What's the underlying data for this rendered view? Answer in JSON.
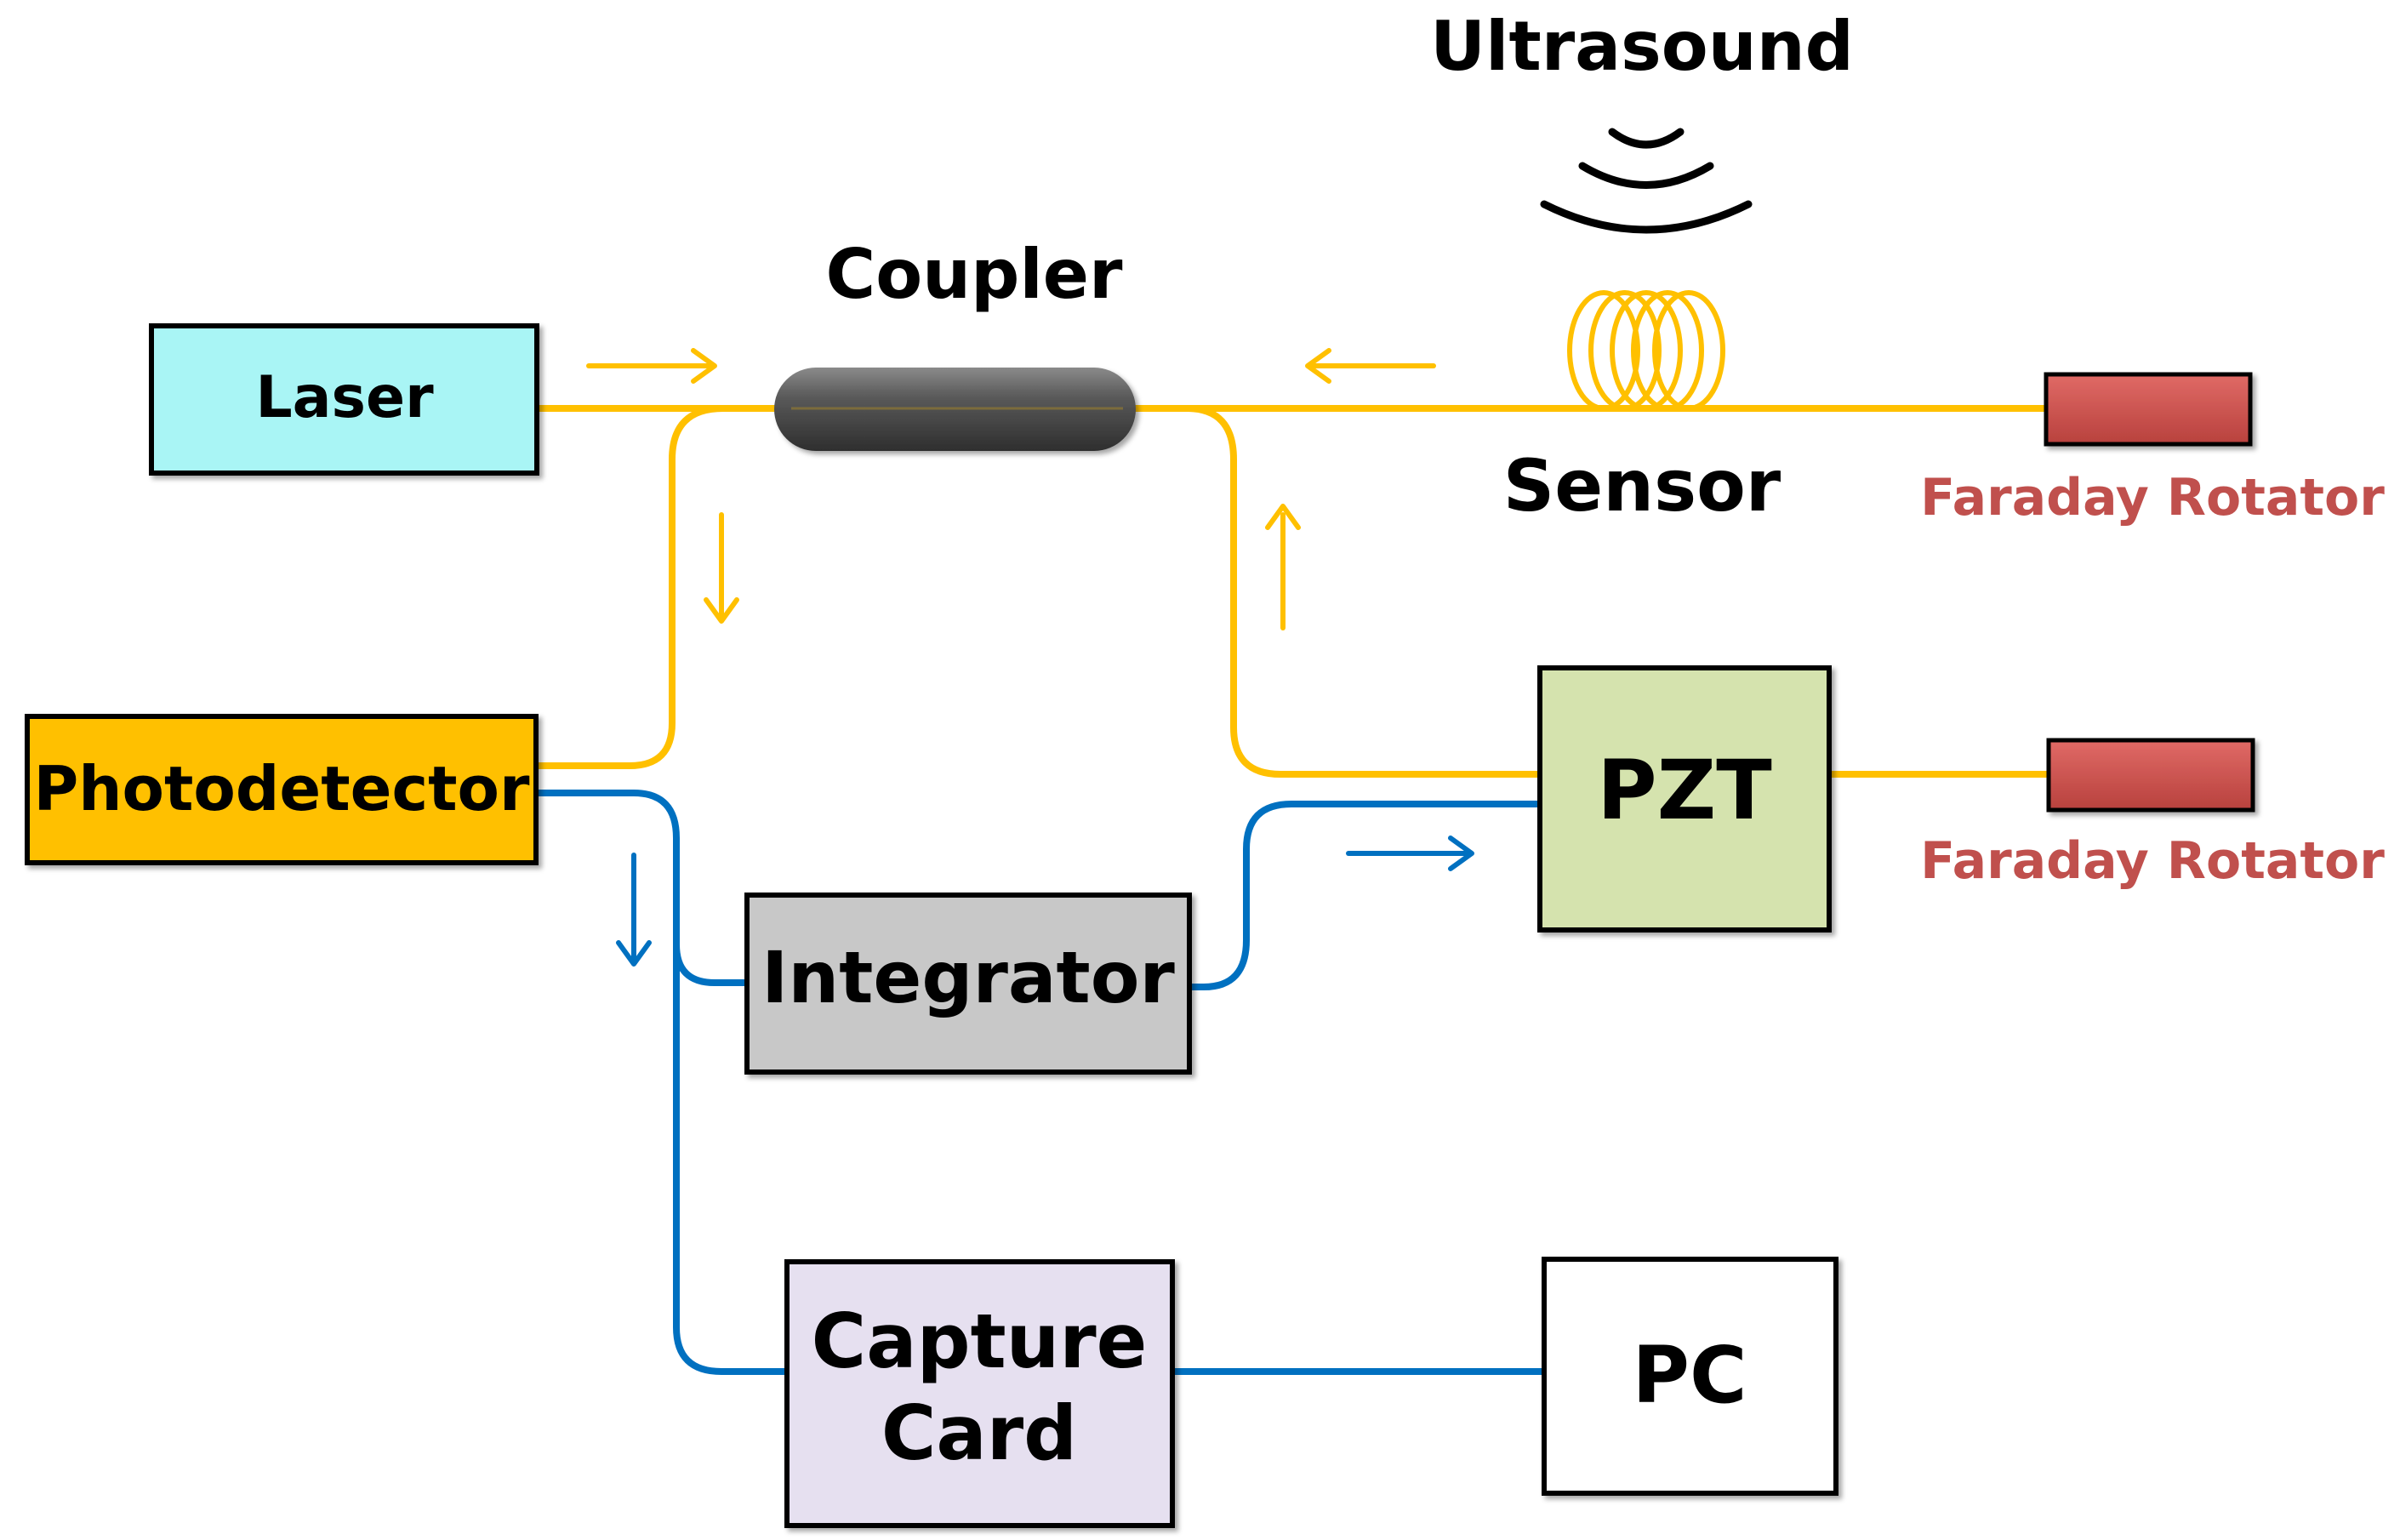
{
  "labels": {
    "ultrasound": "Ultrasound",
    "coupler": "Coupler",
    "sensor": "Sensor",
    "faraday_top": "Faraday Rotator",
    "faraday_bottom": "Faraday Rotator"
  },
  "blocks": {
    "laser": "Laser",
    "photodetector": "Photodetector",
    "integrator": "Integrator",
    "pzt": "PZT",
    "capture_line1": "Capture",
    "capture_line2": "Card",
    "pc": "PC"
  },
  "colors": {
    "optical_fiber": "#FFC000",
    "electrical_line": "#0070C0",
    "laser_fill": "#A9F5F5",
    "photodetector_fill": "#FFC000",
    "integrator_fill": "#C8C8C8",
    "pzt_fill": "#D5E3AE",
    "capture_fill": "#E6E0F0",
    "pc_fill": "#FFFFFF",
    "faraday_fill": "#D9534F",
    "faraday_text": "#C0504D"
  }
}
